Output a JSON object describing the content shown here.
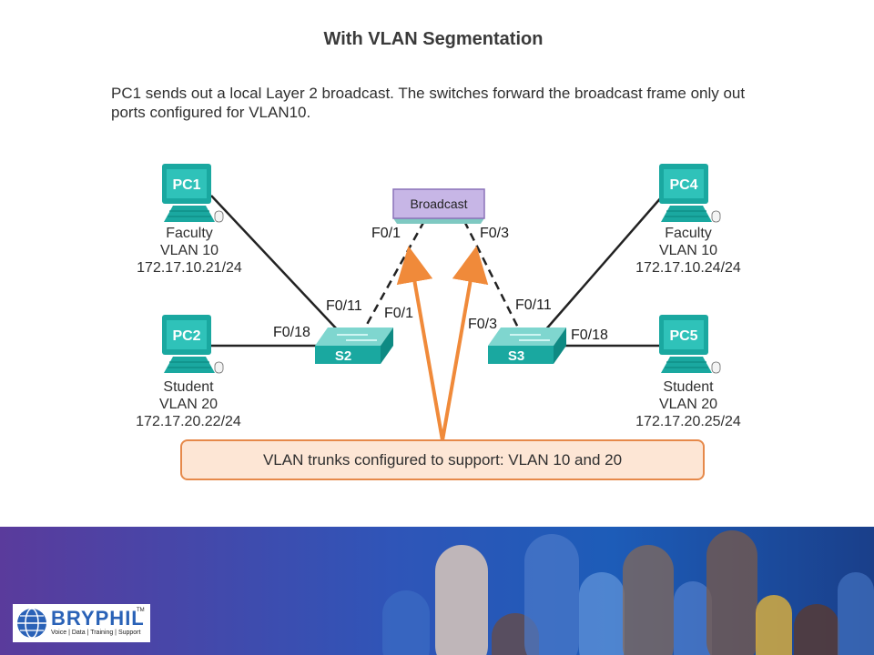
{
  "title": "With VLAN Segmentation",
  "description": "PC1 sends out a local Layer 2 broadcast. The switches forward the broadcast frame only out ports configured for VLAN10.",
  "pcs": [
    {
      "id": "PC1",
      "role": "Faculty",
      "vlan": "VLAN 10",
      "ip": "172.17.10.21/24"
    },
    {
      "id": "PC2",
      "role": "Student",
      "vlan": "VLAN 20",
      "ip": "172.17.20.22/24"
    },
    {
      "id": "PC4",
      "role": "Faculty",
      "vlan": "VLAN 10",
      "ip": "172.17.10.24/24"
    },
    {
      "id": "PC5",
      "role": "Student",
      "vlan": "VLAN 20",
      "ip": "172.17.20.25/24"
    }
  ],
  "switches": {
    "s1_label": "Broadcast",
    "s2_label": "S2",
    "s3_label": "S3"
  },
  "ports": {
    "s1_f01": "F0/1",
    "s1_f03": "F0/3",
    "s2_f011": "F0/11",
    "s2_f01": "F0/1",
    "s2_f018": "F0/18",
    "s3_f03": "F0/3",
    "s3_f011": "F0/11",
    "s3_f018": "F0/18"
  },
  "callout": "VLAN trunks configured to support: VLAN 10 and 20",
  "colors": {
    "pc": "#1aa8a0",
    "switch": "#1aa8a0",
    "arrow": "#f08a3a",
    "callout_border": "#e6894a",
    "broadcast": "#c7b6e6"
  },
  "logo": {
    "name": "BRYPHIL",
    "trademark": "TM",
    "tagline": "Voice | Data | Training | Support"
  }
}
